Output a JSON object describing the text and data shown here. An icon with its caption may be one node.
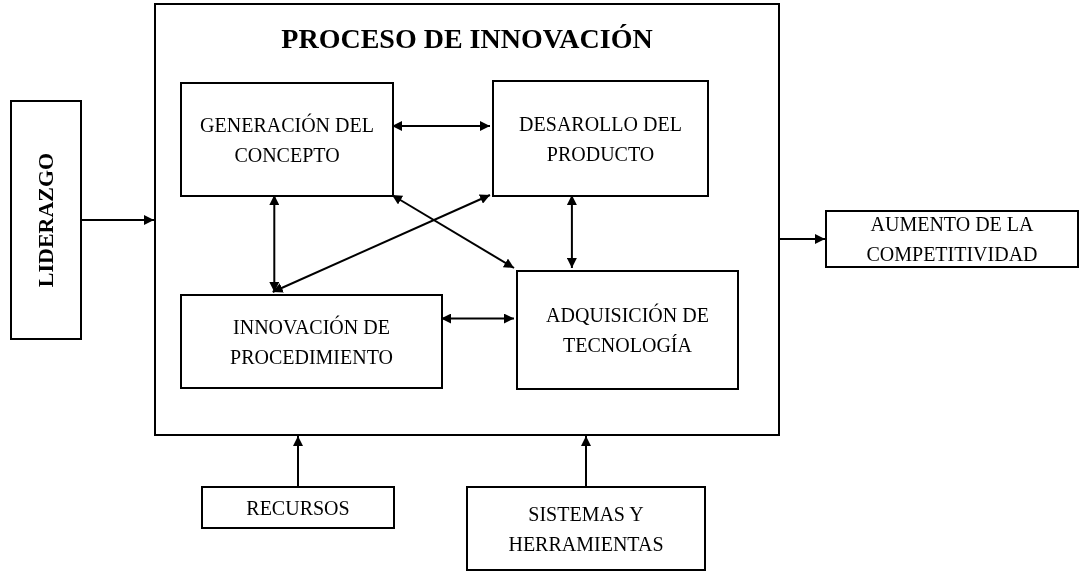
{
  "diagram": {
    "nodes": [
      {
        "text": [
          "PROCESO DE INNOVACIÓN"
        ]
      },
      {
        "text": [
          "GENERACIÓN DEL CONCEPTO"
        ],
        "in": 0
      },
      {
        "text": [
          "DESAROLLO DEL PRODUCTO"
        ],
        "in": 0
      },
      {
        "text": [
          "INNOVACIÓN DE PROCEDIMIENTO"
        ],
        "in": 0
      },
      {
        "text": [
          "ADQUISICIÓN DE TECNOLOGÍA"
        ],
        "in": 0
      },
      {
        "text": [
          "LIDERAZGO"
        ]
      },
      {
        "text": [
          "AUMENTO DE LA COMPETITIVIDAD"
        ]
      },
      {
        "text": [
          "RECURSOS"
        ]
      },
      {
        "text": [
          "SISTEMAS Y HERRAMIENTAS"
        ]
      }
    ],
    "edges": [
      {
        "from": 1,
        "to": 2,
        "arrow": "both"
      },
      {
        "from": 1,
        "to": 3,
        "arrow": "both"
      },
      {
        "from": 1,
        "to": 4,
        "arrow": "both"
      },
      {
        "from": 2,
        "to": 3,
        "arrow": "both"
      },
      {
        "from": 2,
        "to": 4,
        "arrow": "both"
      },
      {
        "from": 3,
        "to": 4,
        "arrow": "both"
      },
      {
        "from": 5,
        "to": 0,
        "arrow": "to"
      },
      {
        "from": 0,
        "to": 6,
        "arrow": "to"
      },
      {
        "from": 7,
        "to": 0,
        "arrow": "to"
      },
      {
        "from": 8,
        "to": 0,
        "arrow": "to"
      }
    ]
  }
}
